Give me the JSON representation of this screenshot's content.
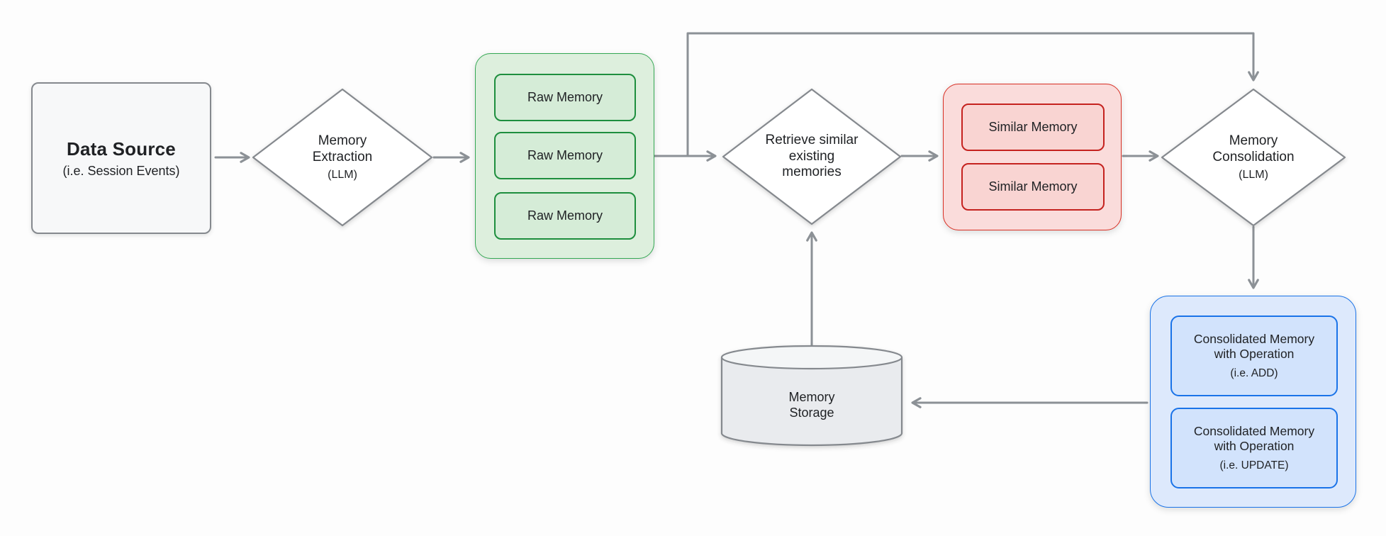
{
  "diagram_title": "memory-pipeline-flow",
  "colors": {
    "arrow_gray": "#8c9196",
    "shape_border_gray": "#85898e",
    "green_accent": "#1e8e3e",
    "green_container_fill": "#ddefdd",
    "red_accent": "#c5221f",
    "red_container_fill": "#fadcdb",
    "blue_accent": "#1a73e8",
    "blue_container_fill": "#dde9fc",
    "text": "#1f2124"
  },
  "nodes": {
    "data_source": {
      "title": "Data Source",
      "subtitle": "(i.e. Session Events)"
    },
    "memory_extraction": {
      "lines": [
        "Memory",
        "Extraction"
      ],
      "subtitle": "(LLM)"
    },
    "raw_memories": {
      "items": [
        "Raw Memory",
        "Raw Memory",
        "Raw Memory"
      ]
    },
    "retrieve": {
      "lines": [
        "Retrieve similar",
        "existing",
        "memories"
      ]
    },
    "similar_memories": {
      "items": [
        "Similar Memory",
        "Similar Memory"
      ]
    },
    "memory_consolidation": {
      "lines": [
        "Memory",
        "Consolidation"
      ],
      "subtitle": "(LLM)"
    },
    "consolidated": {
      "items": [
        {
          "lines": [
            "Consolidated Memory",
            "with Operation"
          ],
          "subtitle": "(i.e. ADD)"
        },
        {
          "lines": [
            "Consolidated Memory",
            "with Operation"
          ],
          "subtitle": "(i.e. UPDATE)"
        }
      ]
    },
    "memory_storage": {
      "lines": [
        "Memory",
        "Storage"
      ]
    }
  }
}
